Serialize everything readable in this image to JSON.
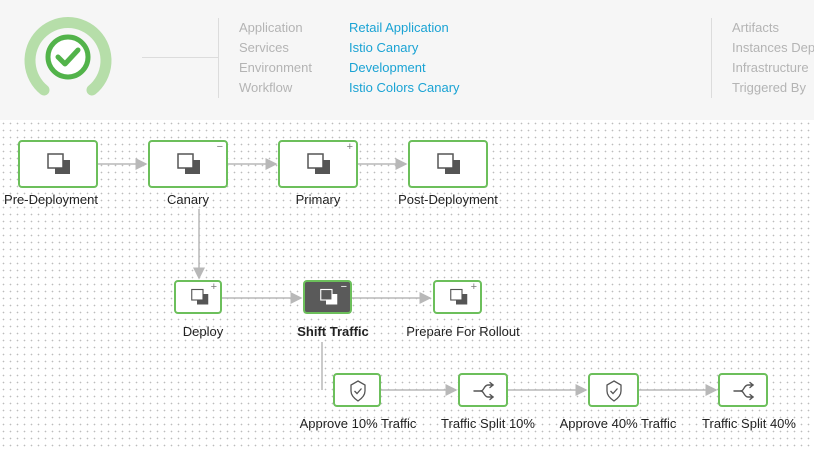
{
  "summary": {
    "labels": [
      "Application",
      "Services",
      "Environment",
      "Workflow"
    ],
    "values": [
      "Retail Application",
      "Istio Canary",
      "Development",
      "Istio Colors Canary"
    ],
    "right_labels": [
      "Artifacts",
      "Instances Dep",
      "Infrastructure",
      "Triggered By"
    ]
  },
  "stages": {
    "pre_deployment": "Pre-Deployment",
    "canary": "Canary",
    "primary": "Primary",
    "post_deployment": "Post-Deployment"
  },
  "steps": {
    "deploy": "Deploy",
    "shift_traffic": "Shift Traffic",
    "prepare_for_rollout": "Prepare For Rollout"
  },
  "substeps": {
    "approve_10": "Approve 10% Traffic",
    "split_10": "Traffic Split 10%",
    "approve_40": "Approve 40% Traffic",
    "split_40": "Traffic Split 40%"
  },
  "toggles": {
    "expanded": "−",
    "collapsed": "+"
  },
  "colors": {
    "success": "#6cbf5b",
    "link": "#1aa3d4",
    "active_node": "#5a5a5a"
  },
  "icons": {
    "status": "success-check-icon",
    "stage": "stacked-squares-icon",
    "approval": "shield-check-icon",
    "split": "traffic-split-icon"
  }
}
